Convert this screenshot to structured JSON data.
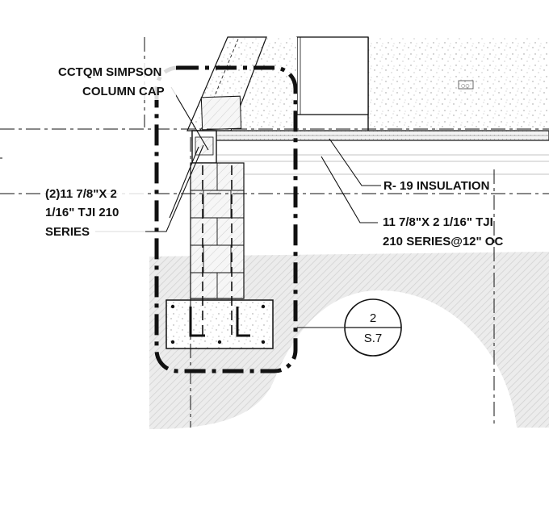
{
  "labels": {
    "column_cap_line1": "CCTQM SIMPSON",
    "column_cap_line2": "COLUMN CAP",
    "beam_line1": "(2)11 7/8\"X 2",
    "beam_line2": "1/16\"  TJI 210",
    "beam_line3": "SERIES",
    "insulation": "R- 19 INSULATION",
    "joist_line1": "11 7/8\"X 2 1/16\"  TJI",
    "joist_line2": "210 SERIES@12\" OC"
  },
  "section_tag": {
    "detail_number": "2",
    "sheet": "S.7"
  }
}
